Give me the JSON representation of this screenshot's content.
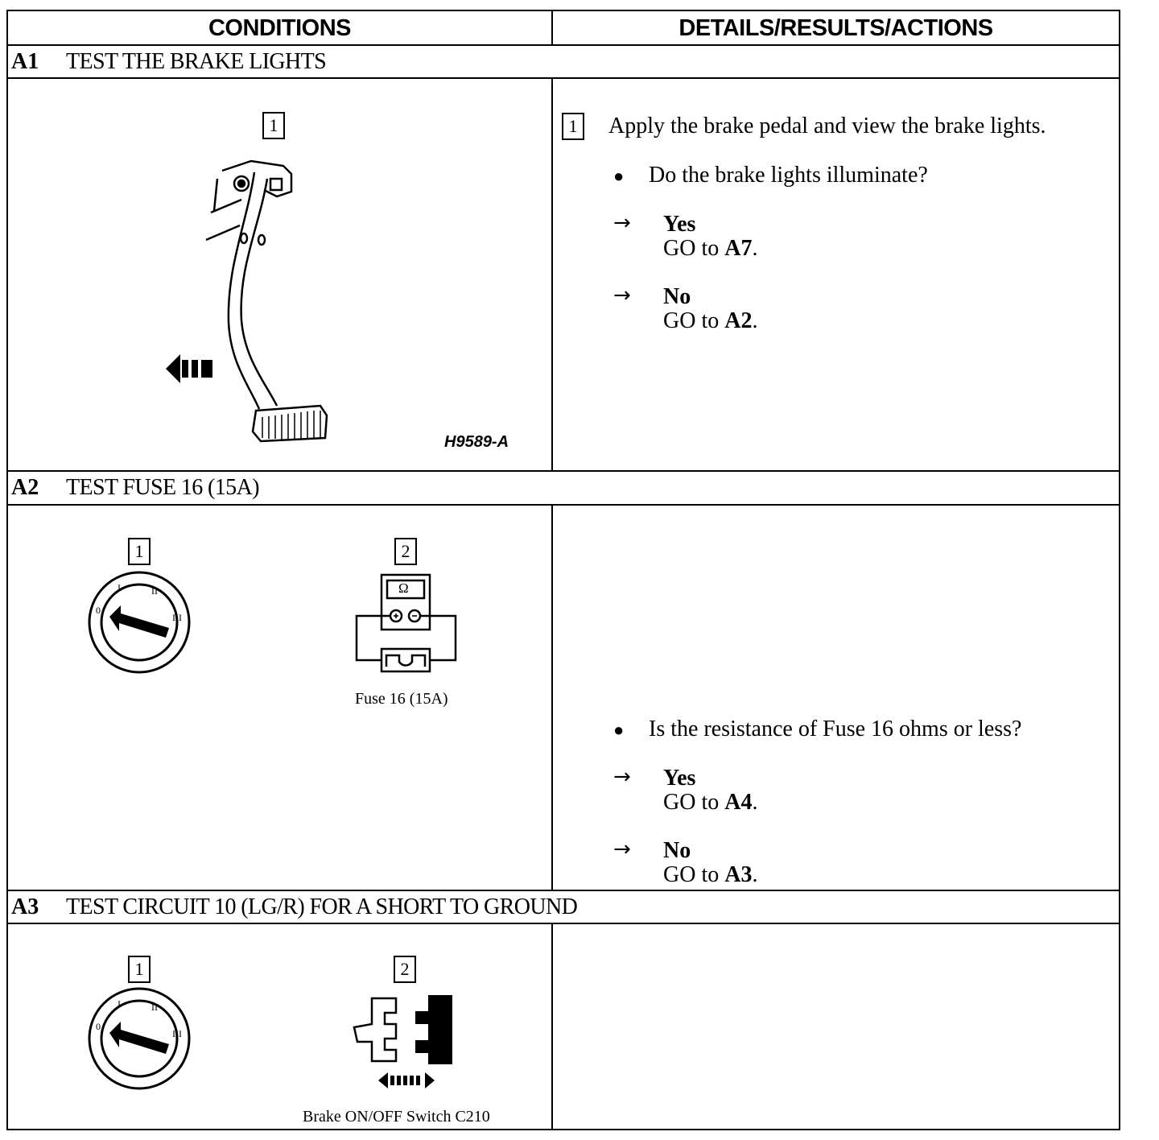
{
  "headers": {
    "conditions": "CONDITIONS",
    "details": "DETAILS/RESULTS/ACTIONS"
  },
  "a1": {
    "id": "A1",
    "title": "TEST THE BRAKE LIGHTS",
    "step_number": "1",
    "figure_code": "H9589-A",
    "step_text": "Apply the brake pedal and view the brake lights.",
    "question": "Do the brake lights illuminate?",
    "yes_label": "Yes",
    "yes_action_prefix": "GO to",
    "yes_target": "A7",
    "no_label": "No",
    "no_action_prefix": "GO to",
    "no_target": "A2"
  },
  "a2": {
    "id": "A2",
    "title": "TEST FUSE 16 (15A)",
    "step1_number": "1",
    "step2_number": "2",
    "ohm_symbol": "Ω",
    "fuse_caption": "Fuse 16 (15A)",
    "question": "Is the resistance of Fuse 16 ohms or less?",
    "yes_label": "Yes",
    "yes_action_prefix": "GO to",
    "yes_target": "A4",
    "no_label": "No",
    "no_action_prefix": "GO to",
    "no_target": "A3"
  },
  "a3": {
    "id": "A3",
    "title": "TEST CIRCUIT 10 (LG/R) FOR A SHORT TO GROUND",
    "step1_number": "1",
    "step2_number": "2",
    "switch_caption": "Brake ON/OFF Switch C210"
  },
  "ignition_marks": {
    "off": "0",
    "acc": "I",
    "run": "II",
    "start": "III"
  }
}
